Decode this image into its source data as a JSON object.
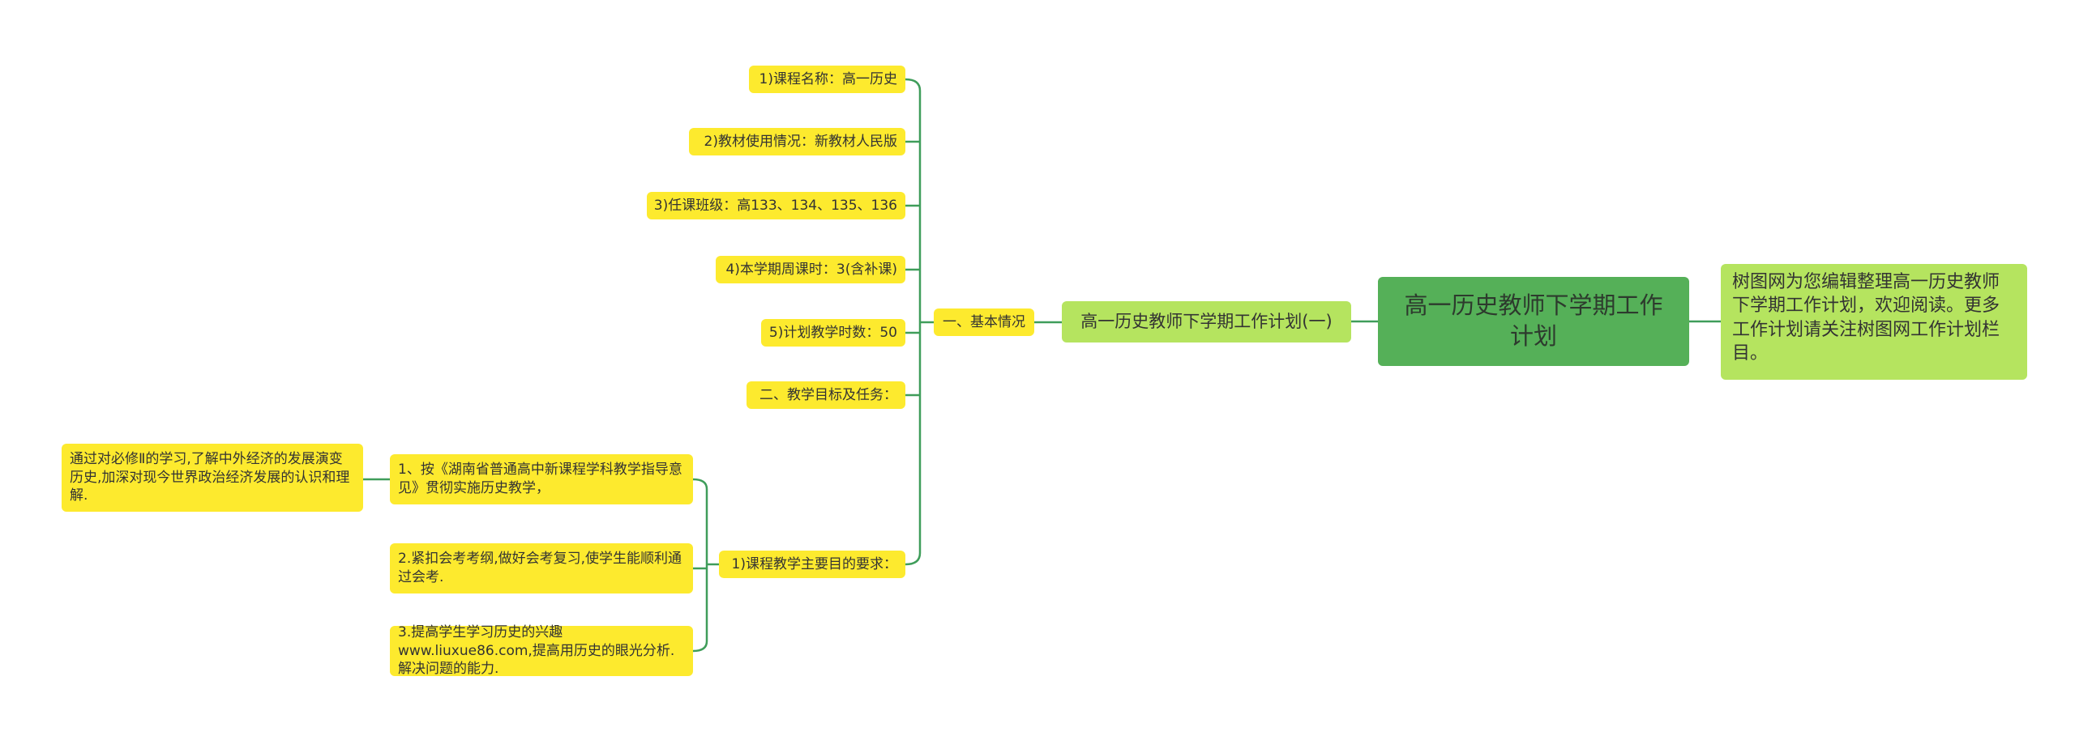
{
  "colors": {
    "root_fill": "#55b058",
    "subtitle_fill": "#b5e45f",
    "leaf_fill": "#fdea2e",
    "connector": "#3f9d5a"
  },
  "root": {
    "text": "高一历史教师下学期工作计划"
  },
  "note": {
    "text": "树图网为您编辑整理高一历史教师下学期工作计划，欢迎阅读。更多工作计划请关注树图网工作计划栏目。"
  },
  "subtitle": {
    "text": "高一历史教师下学期工作计划(一)"
  },
  "section": {
    "text": "一、基本情况"
  },
  "items": [
    {
      "text": "1)课程名称：高一历史"
    },
    {
      "text": "2)教材使用情况：新教材人民版"
    },
    {
      "text": "3)任课班级：高133、134、135、136"
    },
    {
      "text": "4)本学期周课时：3(含补课)"
    },
    {
      "text": "5)计划教学时数：50"
    },
    {
      "text": "二、教学目标及任务："
    },
    {
      "text": "1)课程教学主要目的要求："
    }
  ],
  "requirements": [
    {
      "text": "1、按《湖南省普通高中新课程学科教学指导意见》贯彻实施历史教学，"
    },
    {
      "text": "2.紧扣会考考纲,做好会考复习,使学生能顺利通过会考."
    },
    {
      "text": "3.提高学生学习历史的兴趣www.liuxue86.com,提高用历史的眼光分析.解决问题的能力."
    }
  ],
  "detail": {
    "text": "通过对必修Ⅱ的学习,了解中外经济的发展演变历史,加深对现今世界政治经济发展的认识和理解."
  }
}
